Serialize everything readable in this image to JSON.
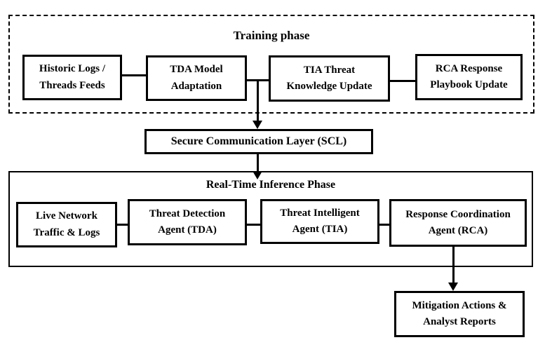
{
  "diagram": {
    "training_phase": {
      "title": "Training phase",
      "nodes": [
        {
          "label": "Historic Logs /\nThreads Feeds"
        },
        {
          "label": "TDA Model\nAdaptation"
        },
        {
          "label": "TIA Threat\nKnowledge Update"
        },
        {
          "label": "RCA Response\nPlaybook Update"
        }
      ]
    },
    "scl": {
      "label": "Secure Communication Layer (SCL)"
    },
    "inference_phase": {
      "title": "Real-Time Inference Phase",
      "nodes": [
        {
          "label": "Live Network\nTraffic & Logs"
        },
        {
          "label": "Threat Detection\nAgent (TDA)"
        },
        {
          "label": "Threat Intelligent\nAgent (TIA)"
        },
        {
          "label": "Response Coordination\nAgent (RCA)"
        }
      ]
    },
    "output_node": {
      "label": "Mitigation Actions &\nAnalyst Reports"
    },
    "colors": {
      "line": "#000000",
      "background": "#ffffff"
    }
  }
}
